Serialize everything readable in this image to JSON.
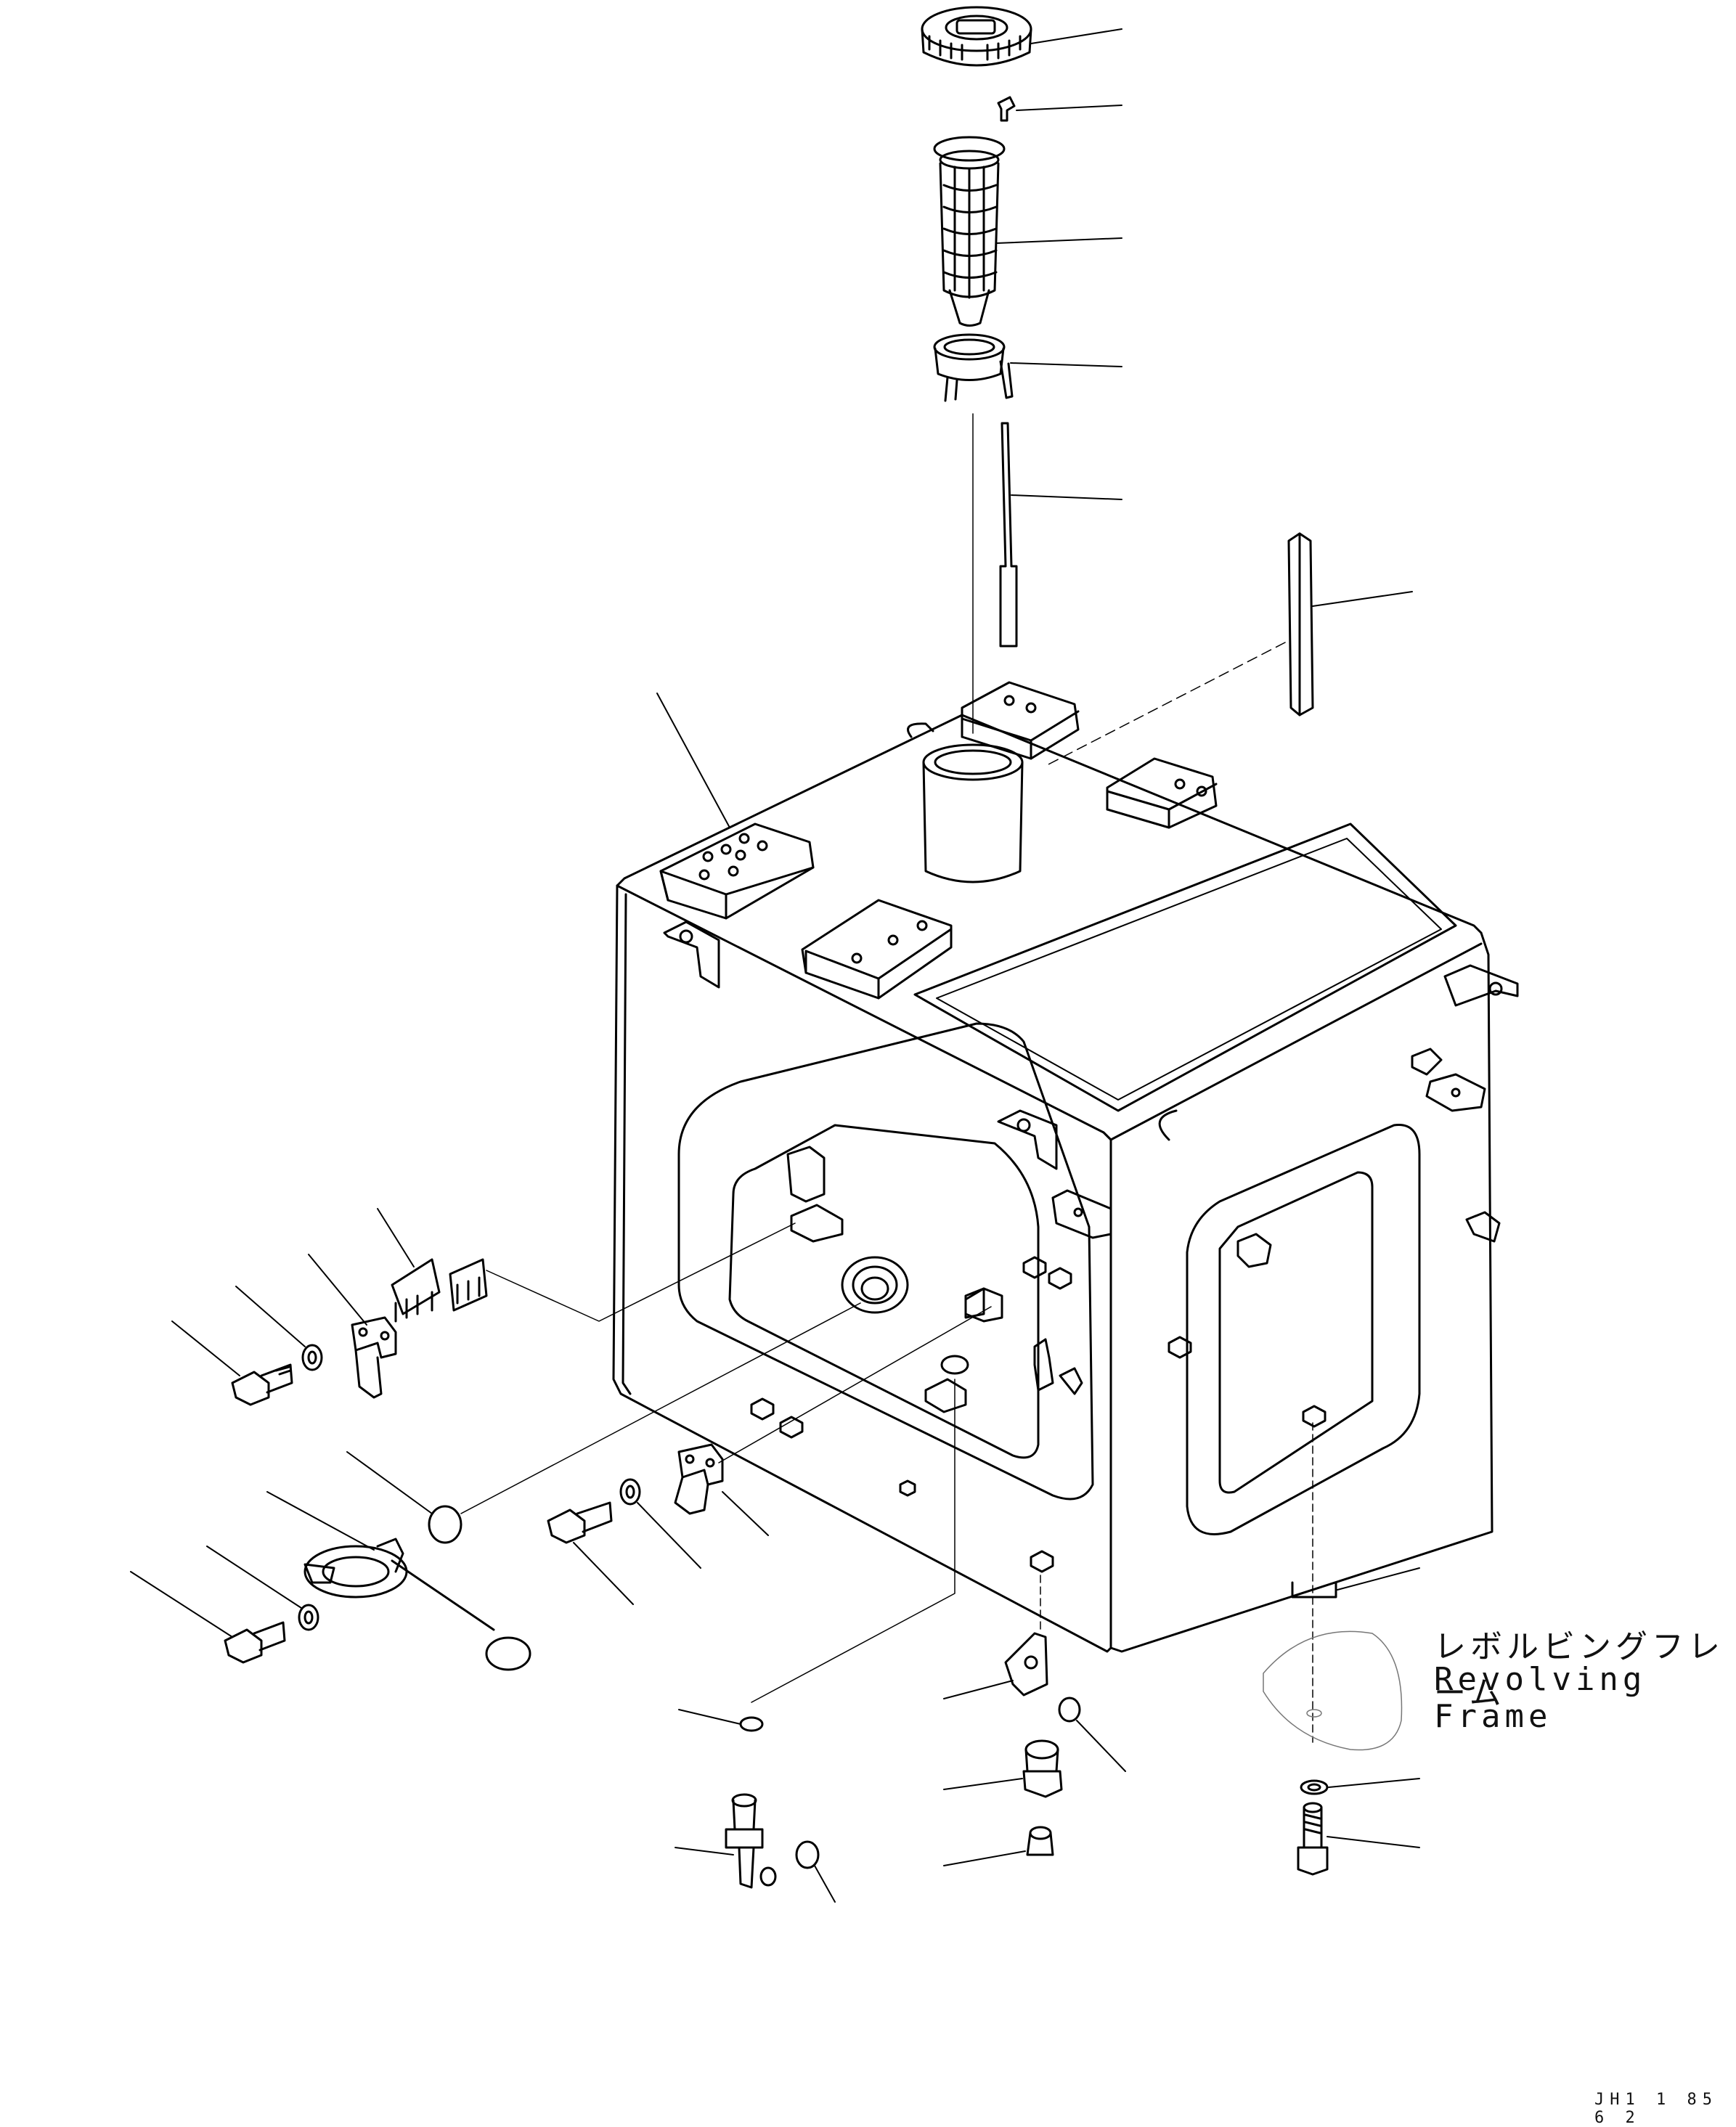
{
  "labels": {
    "frame_jp": "レボルビングフレーム",
    "frame_en": "Revolving Frame"
  },
  "drawing_code": "JH1 1 85 6 2",
  "line_color": "#000000"
}
